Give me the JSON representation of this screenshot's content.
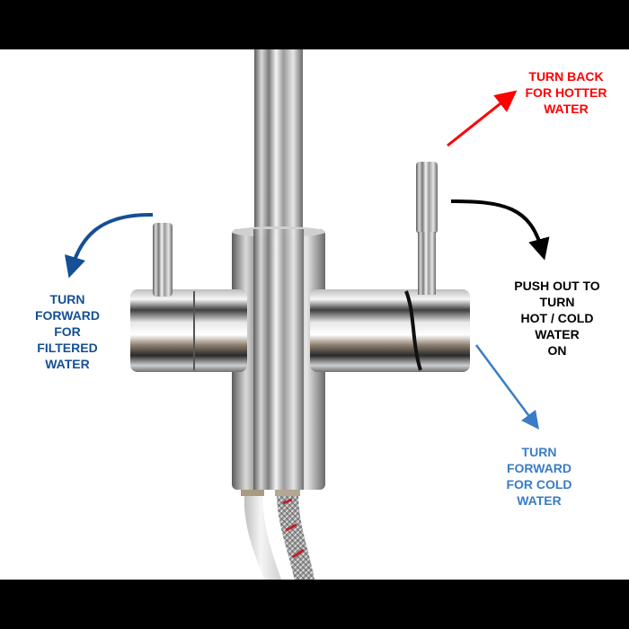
{
  "image": {
    "subject": "chrome three-way kitchen tap with two side levers and instruction callouts",
    "background": "#ffffff",
    "letterbox_color": "#000000"
  },
  "callouts": {
    "hotter": {
      "lines": [
        "TURN BACK",
        "FOR HOTTER",
        "WATER"
      ],
      "color": "#ff0000",
      "arrow": "straight-arrow-up-right"
    },
    "push_out": {
      "lines": [
        "PUSH OUT TO",
        "TURN",
        "HOT / COLD",
        "WATER",
        "ON"
      ],
      "color": "#000000",
      "arrow": "curved-arrow-down-right"
    },
    "filtered": {
      "lines": [
        "TURN",
        "FORWARD",
        "FOR",
        "FILTERED",
        "WATER"
      ],
      "color": "#154f96",
      "arrow": "curved-arrow-down-left"
    },
    "cold": {
      "lines": [
        "TURN",
        "FORWARD",
        "FOR COLD",
        "WATER"
      ],
      "color": "#3a7cc7",
      "arrow": "straight-arrow-down-right"
    }
  }
}
